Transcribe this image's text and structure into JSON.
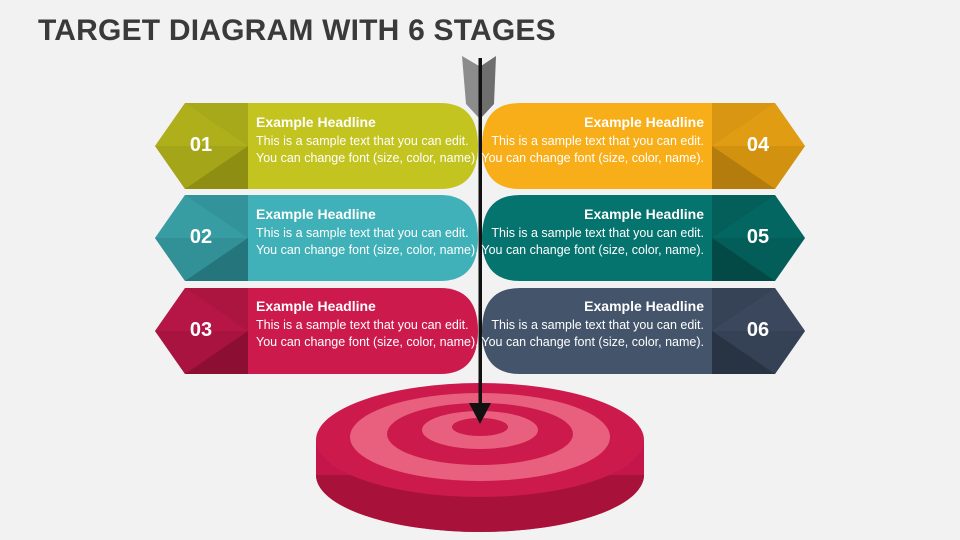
{
  "title": "TARGET DIAGRAM WITH 6 STAGES",
  "stages": [
    {
      "number": "01",
      "headline": "Example Headline",
      "text": "This is a sample text that you can edit. You can change font (size, color, name).",
      "color": "#c3c41f",
      "dark": "#8e8f12",
      "mid": "#a7a81a"
    },
    {
      "number": "02",
      "headline": "Example Headline",
      "text": "This is a sample text that you can edit. You can change font (size, color, name).",
      "color": "#40b1b8",
      "dark": "#24767c",
      "mid": "#33939a"
    },
    {
      "number": "03",
      "headline": "Example Headline",
      "text": "This is a sample text that you can edit. You can change font (size, color, name).",
      "color": "#cc1a4c",
      "dark": "#8c0f33",
      "mid": "#ad1541"
    },
    {
      "number": "04",
      "headline": "Example Headline",
      "text": "This is a sample text that you can edit. You can change font (size, color, name).",
      "color": "#f7ae18",
      "dark": "#b47c0c",
      "mid": "#d89612"
    },
    {
      "number": "05",
      "headline": "Example Headline",
      "text": "This is a sample text that you can edit. You can change font (size, color, name).",
      "color": "#05736e",
      "dark": "#034a47",
      "mid": "#045f5b"
    },
    {
      "number": "06",
      "headline": "Example Headline",
      "text": "This is a sample text that you can edit. You can change font (size, color, name).",
      "color": "#44546a",
      "dark": "#283344",
      "mid": "#364357"
    }
  ],
  "target_colors": {
    "outer": "#e45a7a",
    "ring": "#cc1a4c",
    "side": "#b8143f"
  },
  "arrow_colors": {
    "shaft": "#111111",
    "fletching": "#8c8c8c"
  }
}
